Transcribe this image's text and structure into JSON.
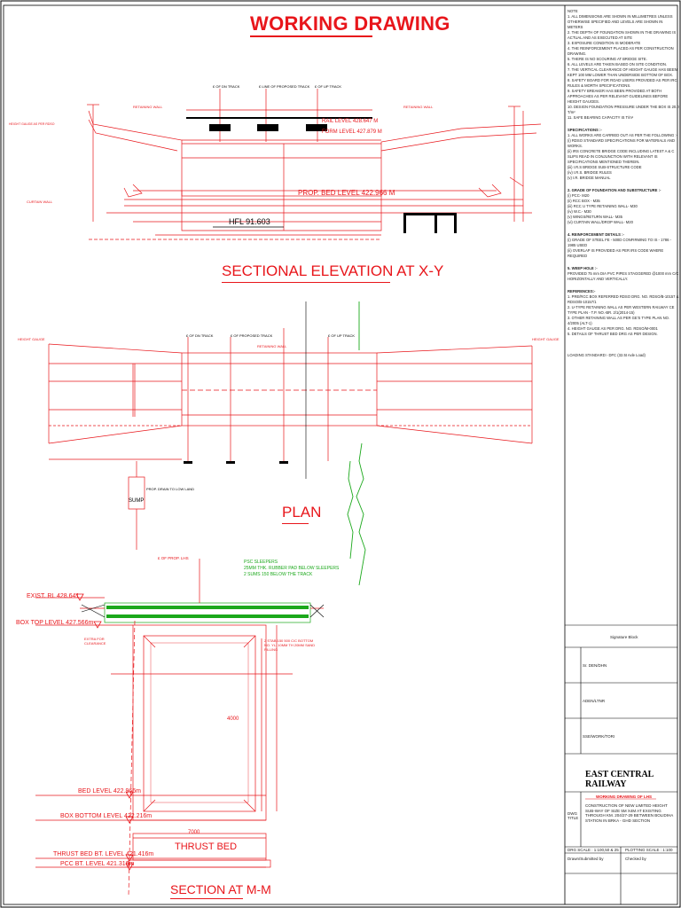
{
  "title": "WORKING DRAWING",
  "sections": {
    "elevation": "SECTIONAL ELEVATION AT X-Y",
    "plan": "PLAN",
    "section": "SECTION AT M-M"
  },
  "elevation_labels": {
    "rail_level": "RAIL LEVEL 428.647 M",
    "form_level": "FORM LEVEL 427.879 M",
    "bed_level": "PROP. BED LEVEL 422.966 M",
    "hfl": "HFL 91.603",
    "dn_track": "£ OF DN TRACK",
    "line_track": "£ LINE OF PROPOSED TRACK",
    "up_track": "£ OF UP TRACK",
    "retaining_wall_left": "RETAINING WALL",
    "retaining_wall_right": "RETAINING WALL",
    "height_gauge": "HEIGHT GAUGE AS PER RDSO",
    "curtain_wall": "CURTAIN WALL"
  },
  "plan_labels": {
    "dn_track": "£ OF DN TRACK",
    "line_track": "£ OF PROPOSED TRACK",
    "up_track": "£ OF UP TRACK",
    "ret_wall": "RETAINING WALL",
    "sump": "SUMP",
    "drain": "PROP. DRAIN TO LOW LAND",
    "height_gauge_l": "HEIGHT GAUGE",
    "height_gauge_r": "HEIGHT GAUGE"
  },
  "section_labels": {
    "road_lvl": "£ OF PROP. LHS",
    "psc": "PSC SLEEPERS",
    "rubber": "25MM THK. RUBBER PAD BELOW SLEEPERS",
    "dim_below": "2 SUMS 150 BELOW THE TRACK",
    "exist_rl": "EXIST. RL 428.641",
    "box_top": "BOX TOP LEVEL 427.566m",
    "bed_level": "BED LEVEL 422.966m",
    "box_bottom": "BOX BOTTOM LEVEL 422.216m",
    "thrust_bed_lvl": "THRUST BED BT. LEVEL 421.416m",
    "pcc_bt": "PCC BT. LEVEL 421.316m",
    "thrust_bed": "THRUST BED",
    "dim_4000": "4000",
    "dim_7000": "7000",
    "clear": "EXTRA FOR CLEARANCE",
    "weep": "2 STAB 150 500 C/C BOTTOM NO. YL. 10MM TH 20MM SAND FILLING"
  },
  "notes": {
    "heading": "NOTE",
    "items": [
      "1. ALL DIMENSIONS ARE SHOWN IN MILLIMETRES UNLESS OTHERWISE SPECIFIED AND LEVELS ARE SHOWN IN METERS",
      "2. THE DEPTH OF FOUNDATION SHOWN IN THE DRAWING IS ACTUAL AND AS EXECUTED AT SITE",
      "3. EXPOSURE CONDITION IS MODERATE",
      "4. THE REINFORCEMENT PLACED AS PER CONSTRUCTION DRAWING.",
      "5. THERE IS NO SCOURING AT BRIDGE SITE.",
      "6. ALL LEVELS ARE TAKEN BASED ON SITE CONDITION.",
      "7. THE VERTICAL CLEARANCE OF HEIGHT GAUGE HAS BEEN KEPT 100 MM LOWER THAN UNDERSIDE BOTTOM OF BOX.",
      "8. SAFETY BOARD FOR ROAD USERS PROVIDED AS PER IRC RULES & MORTH SPECIFICATIONS.",
      "9. SAFETY BREAKER HAS BEEN PROVIDED AT BOTH APPROACHES AS PER RELEVANT GUIDELINES BEFORE HEIGHT GAUGES.",
      "10. DESIGN FOUNDATION PRESSURE UNDER THE BOX IS 20.0 T/m²",
      "11. SAFE BEARING CAPACITY IS T/m²"
    ],
    "spec_heading": "SPECIFICATIONS :-",
    "specs": [
      "1. ALL WORKS ARE CARRIED OUT AS PER THE FOLLOWING :-",
      "(i) RDSO STANDARD SPECIFICATIONS FOR MATERIALS AND WORKS.",
      "(ii) IRS CONCRETE BRIDGE CODE INCLUDING LATEST A & C SLIPS READ IN CONJUNCTION WITH RELEVANT IS SPECIFICATIONS MENTIONED THEREIN.",
      "(iii) I.R.S BRIDGE SUB-STRUCTURE CODE",
      "(iv) I.R.S. BRIDGE RULES",
      "(v) I.R. BRIDGE MANUAL",
      "2. GRADE OF FOUNDATION AND SUBSTRUCTURE :-",
      "(i) PCC- M20",
      "(ii) RCC BOX - M35",
      "(iii) RCC U TYPE RETAINING WALL- M30",
      "(iv) W.C.- M30",
      "(v) WINGS/RETURN WALL- M35",
      "(vi) CURTAIN WALL/DROP WALL- M20",
      "4. REINFORCEMENT DETAILS :-",
      "(i) GRADE OF STEEL FE - 500D CONFIRMING TO IS - 1786 - 1985 USED",
      "(ii) OVERLAP IS PROVIDED AS PER IRS CODE WHERE REQUIRED",
      "5. WEEP HOLE :-",
      "PROVIDED 75 mm DIA PVC PIPES STAGGERED @1000 mm C/C HORIZONTALLY AND VERTICALLY.",
      "REFERENCES:-",
      "1. PRE/RCC BOX REFERRED RDSO DRG. NO. RDSO/B-10157 & RDSO/B-10157/1",
      "2. U-TYPE RETAINING WALL AS PER WESTERN RAILWAY CE TYPE PLAN - T.P. NO.-BR. 2/1(2014-15)",
      "3. OTHER RETAINING WALL AS PER GE'S TYPE PLAN NO. 4/2005 (ALT-1)",
      "4. HEIGHT GAUGE AS PER DRG. NO. RDSO/M-0001",
      "5. DETAILS OF THRUST BED DRG AS PER DESIGN."
    ],
    "loading": "LOADING STANDARD:- DFC (32.5t Axle Load)"
  },
  "title_block": {
    "sig_block": "Signature Block",
    "row1": "Sr. DEN/DHN",
    "row2": "ADEN/LTNR",
    "row3": "SSE/WORK/TORI",
    "railway": "EAST CENTRAL RAILWAY",
    "drawing_of": "WORKING DRAWING OF LHS",
    "drg_title_label": "DWG TITLE",
    "drg_title": "CONSTRUCTION OF NEW LIMITED HEIGHT SUB-WAY OF SIZE 5M X4M AT EXISTING THROUGH KM. 204/27-29 BETWEEN BOLIDIHA STATION IN BRKA - GHD SECTION",
    "drg_scale": "DRG SCALE : 1:100,50 & 25",
    "plotting_scale": "PLOTTING SCALE : 1:100",
    "drawn": "Drawn/Submitted by",
    "checked": "Checked by"
  }
}
